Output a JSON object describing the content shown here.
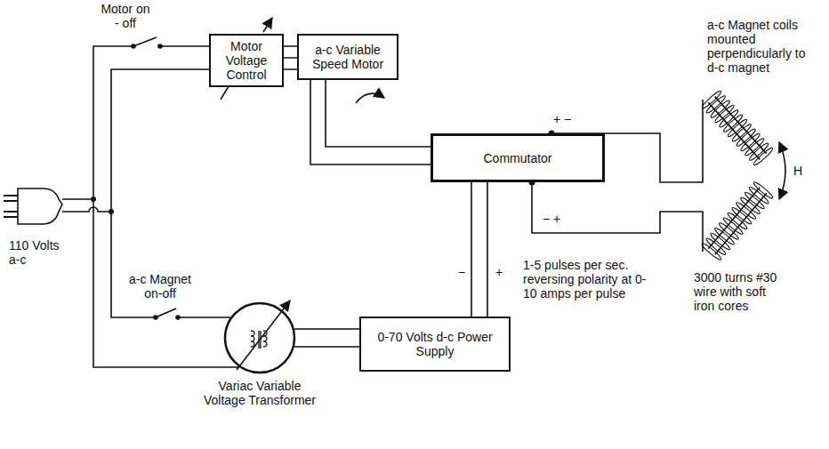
{
  "diagram": {
    "nodes": [
      {
        "text": [
          "Motor Voltage Control"
        ]
      },
      {
        "text": [
          "a-c Variable Speed Motor"
        ]
      },
      {
        "text": [
          "Commutator"
        ]
      },
      {
        "text": [
          "Variac Variable Voltage Transformer"
        ]
      },
      {
        "text": [
          "0-70 Volts d-c Power Supply"
        ]
      }
    ],
    "edges": [
      {
        "from": 0,
        "to": 1,
        "arrow": "none"
      },
      {
        "from": 1,
        "to": 2,
        "arrow": "none"
      },
      {
        "from": 3,
        "to": 4,
        "arrow": "none"
      },
      {
        "from": 4,
        "to": 2,
        "arrow": "none"
      }
    ],
    "labels": [
      "Motor on - off",
      "110 Volts a-c",
      "a-c Magnet on-off",
      "−",
      "+",
      "+ −",
      "− +",
      "1-5 pulses per sec. reversing polarity at 0-10 amps per pulse",
      "a-c Magnet coils mounted perpendicularly to d-c magnet",
      "H",
      "3000 turns #30 wire with soft iron cores"
    ]
  }
}
